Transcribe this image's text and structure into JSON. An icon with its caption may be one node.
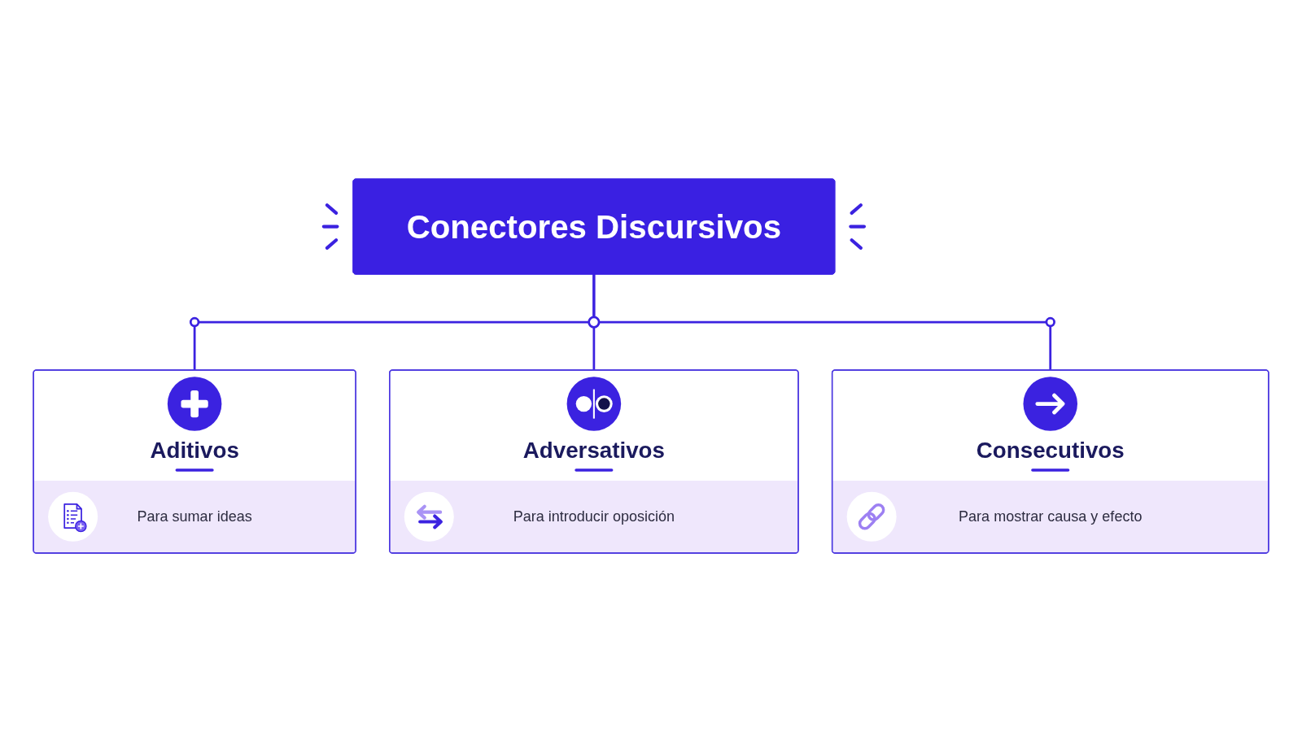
{
  "diagram": {
    "nodes": [
      {
        "text": [
          "Conectores Discursivos"
        ]
      },
      {
        "text": [
          "Aditivos",
          "Para sumar ideas"
        ]
      },
      {
        "text": [
          "Adversativos",
          "Para introducir oposición"
        ]
      },
      {
        "text": [
          "Consecutivos",
          "Para mostrar causa y efecto"
        ]
      }
    ],
    "edges": [
      {
        "from": 0,
        "to": 1,
        "arrow": "none"
      },
      {
        "from": 0,
        "to": 2,
        "arrow": "none"
      },
      {
        "from": 0,
        "to": 3,
        "arrow": "none"
      }
    ]
  }
}
